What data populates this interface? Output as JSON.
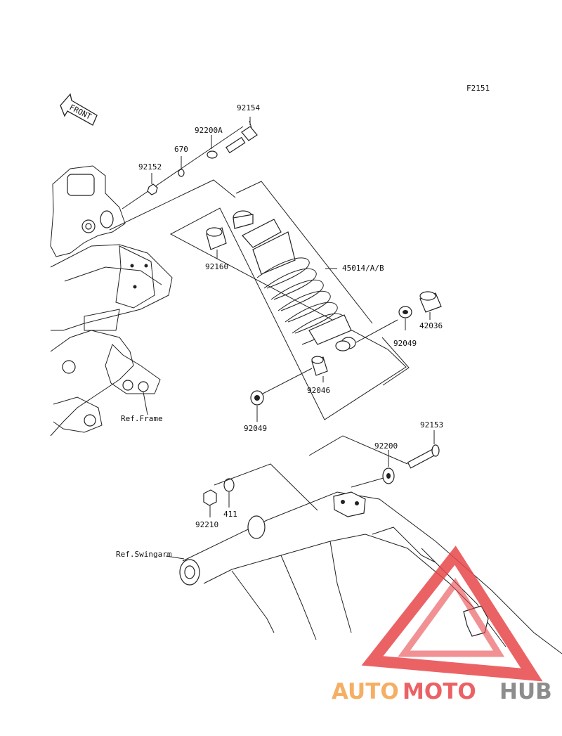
{
  "diagram": {
    "code": "F2151",
    "front_label": "FRONT",
    "ref_labels": {
      "frame": "Ref.Frame",
      "swingarm": "Ref.Swingarm"
    },
    "parts": {
      "p92154": "92154",
      "p92200A": "92200A",
      "p670": "670",
      "p92152": "92152",
      "p92160": "92160",
      "p45014": "45014/A/B",
      "p42036": "42036",
      "p92049_right": "92049",
      "p92046": "92046",
      "p92049_left": "92049",
      "p92153": "92153",
      "p92200": "92200",
      "p411": "411",
      "p92210": "92210"
    }
  },
  "watermark": {
    "part1": "AUTO",
    "part2": "MOTO",
    "part3": "HUB",
    "colors": {
      "orange": "#f4a24a",
      "red": "#e8474b",
      "gray": "#7a7a7a"
    }
  }
}
